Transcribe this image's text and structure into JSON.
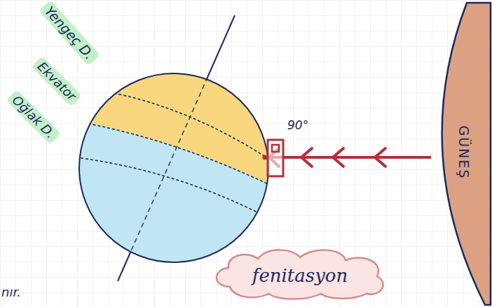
{
  "diagram": {
    "nodes": [
      {
        "text": [
          "GÜNEŞ"
        ]
      },
      {
        "text": [
          "fenitasyon"
        ]
      }
    ],
    "labels": [
      "Yengeç D.",
      "Ekvator",
      "Oğlak D.",
      "90°",
      "nır."
    ]
  }
}
